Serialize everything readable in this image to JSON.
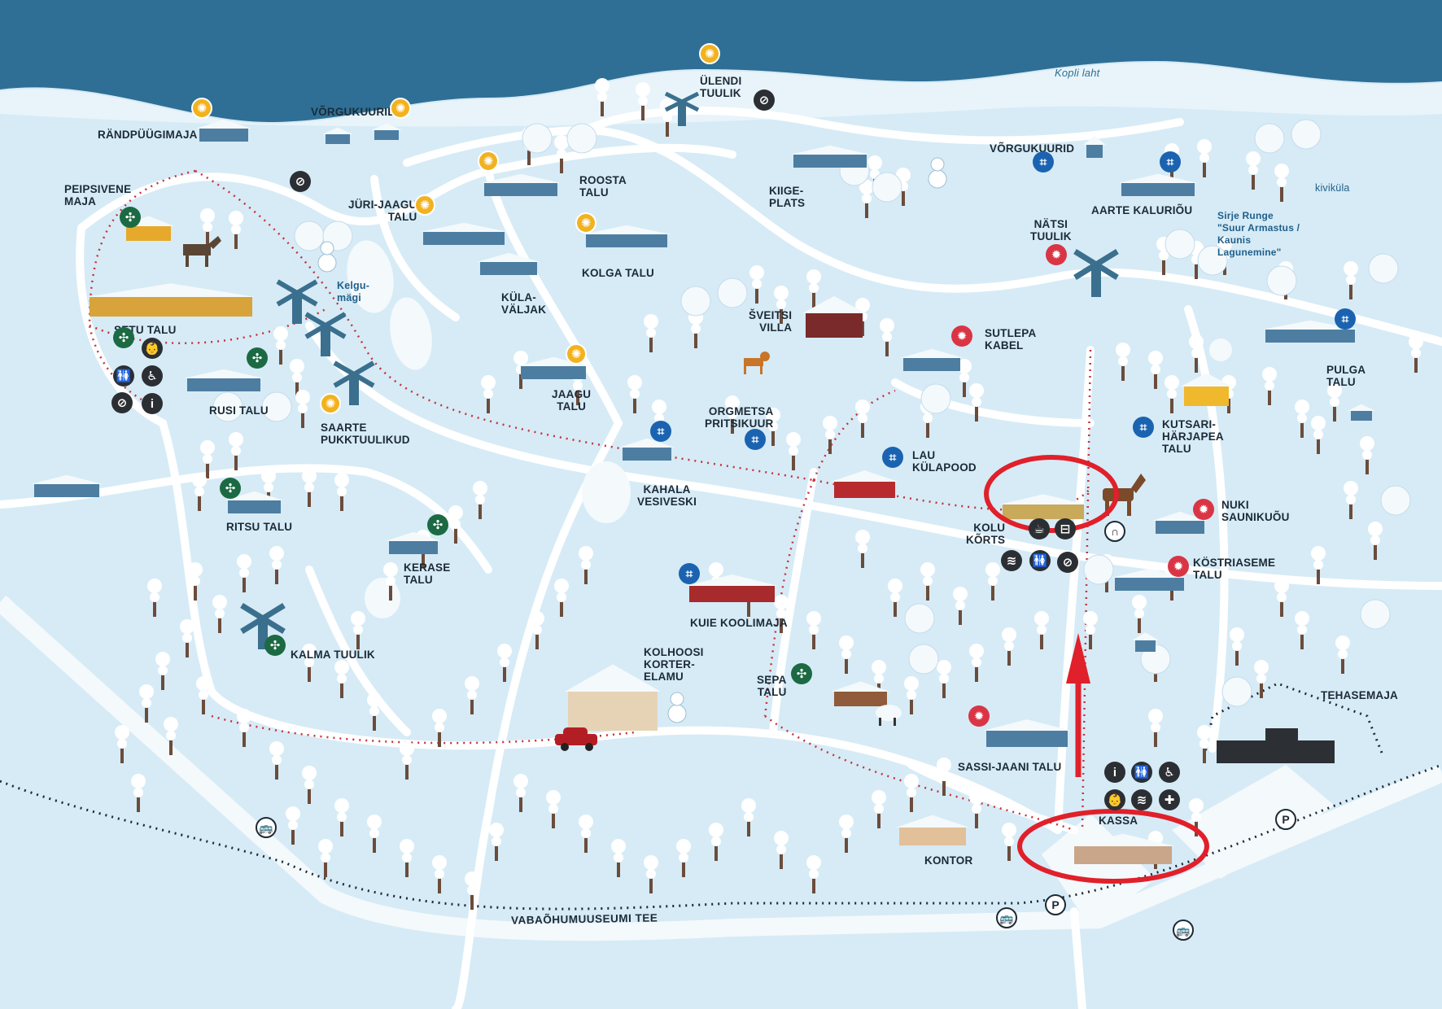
{
  "map": {
    "water_label": "Kopli laht",
    "road_label": "VABAÕHUMUUSEUMI TEE",
    "places": [
      {
        "id": "randpuugimaja",
        "name": "RÄNDPÜÜGIMAJA"
      },
      {
        "id": "vorgukuurid-north",
        "name": "VÕRGUKUURID"
      },
      {
        "id": "ulendi-tuulik",
        "name": "ÜLENDI\nTUULIK"
      },
      {
        "id": "peipsivene-maja",
        "name": "PEIPSIVENE\nMAJA"
      },
      {
        "id": "juri-jaagu-talu",
        "name": "JÜRI-JAAGU\nTALU"
      },
      {
        "id": "roosta-talu",
        "name": "ROOSTA\nTALU"
      },
      {
        "id": "kiigeplats",
        "name": "KIIGE-\nPLATS"
      },
      {
        "id": "vorgukuurid-east",
        "name": "VÕRGUKUURID"
      },
      {
        "id": "aarte-kaluriou",
        "name": "AARTE KALURIÕU"
      },
      {
        "id": "kolga-talu",
        "name": "KOLGA TALU"
      },
      {
        "id": "natsi-tuulik",
        "name": "NÄTSI\nTUULIK"
      },
      {
        "id": "kulavaljak",
        "name": "KÜLA-\nVÄLJAK"
      },
      {
        "id": "setu-talu",
        "name": "SETU TALU"
      },
      {
        "id": "sveitsi-villa",
        "name": "ŠVEITSI\nVILLA"
      },
      {
        "id": "sutlepa-kabel",
        "name": "SUTLEPA\nKABEL"
      },
      {
        "id": "pulga-talu",
        "name": "PULGA\nTALU"
      },
      {
        "id": "rusi-talu",
        "name": "RUSI TALU"
      },
      {
        "id": "jaagu-talu",
        "name": "JAAGU\nTALU"
      },
      {
        "id": "saarte-pukktuulikud",
        "name": "SAARTE\nPUKKTUULIKUD"
      },
      {
        "id": "orgmetsa-pritsikuur",
        "name": "ORGMETSA\nPRITSIKUUR"
      },
      {
        "id": "kutsari-harjapea-talu",
        "name": "KUTSARI-\nHÄRJAPEA\nTALU"
      },
      {
        "id": "lau-kulapood",
        "name": "LAU\nKÜLAPOOD"
      },
      {
        "id": "kahala-vesiveski",
        "name": "KAHALA\nVESIVESKI"
      },
      {
        "id": "ritsu-talu",
        "name": "RITSU TALU"
      },
      {
        "id": "nuki-saunikuou",
        "name": "NUKI\nSAUNIKUÕU"
      },
      {
        "id": "kolu-korts",
        "name": "KOLU\nKÕRTS"
      },
      {
        "id": "kerase-talu",
        "name": "KERASE\nTALU"
      },
      {
        "id": "kostriaseme-talu",
        "name": "KÖSTRIASEME\nTALU"
      },
      {
        "id": "kuie-koolimaja",
        "name": "KUIE KOOLIMAJA"
      },
      {
        "id": "kalma-tuulik",
        "name": "KALMA TUULIK"
      },
      {
        "id": "kolhoosi-korterelamu",
        "name": "KOLHOOSI\nKORTER-\nELAMU"
      },
      {
        "id": "sepa-talu",
        "name": "SEPA\nTALU"
      },
      {
        "id": "tehasemaja",
        "name": "TEHASEMAJA"
      },
      {
        "id": "sassi-jaani-talu",
        "name": "SASSI-JAANI TALU"
      },
      {
        "id": "kassa",
        "name": "KASSA"
      },
      {
        "id": "kontor",
        "name": "KONTOR"
      }
    ],
    "kelgumagi": "Kelgu-\nmägi",
    "kivikulv": "kiviküla",
    "sirje_runge": "Sirje Runge\n\"Suur Armastus /\nKaunis\nLagunemine\"",
    "icon_glyphs": {
      "parking": "P",
      "info": "i",
      "restroom": "🚻",
      "accessible": "♿",
      "first_aid": "✚",
      "wifi": "≋",
      "bus": "🚌",
      "horseshoe": "∩"
    },
    "colors": {
      "snow": "#dbeef8",
      "sea": "#2f6f95",
      "path": "#ffffff",
      "highlight": "#e0202a"
    }
  }
}
